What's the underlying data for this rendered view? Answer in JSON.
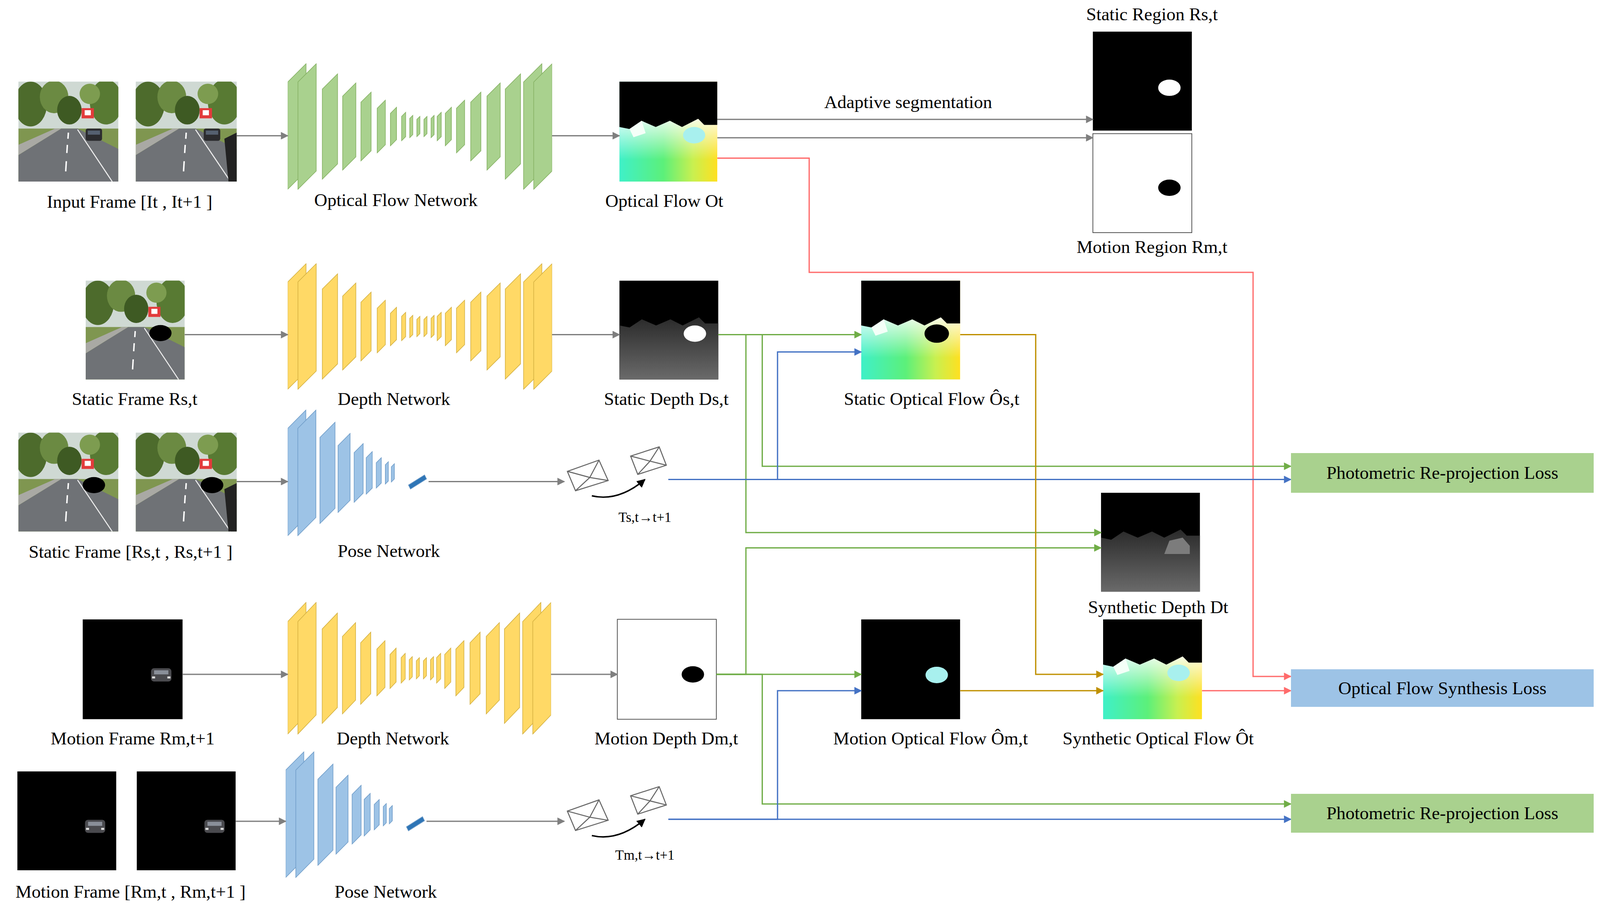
{
  "diagram": {
    "nodes": [
      {
        "text": [
          "Input Frame [It , It+1 ]"
        ]
      },
      {
        "text": [
          "Optical Flow Network"
        ]
      },
      {
        "text": [
          "Optical Flow Ot"
        ]
      },
      {
        "text": [
          "Static Region Rs,t"
        ]
      },
      {
        "text": [
          "Motion Region Rm,t"
        ]
      },
      {
        "text": [
          "Static Frame Rs,t"
        ]
      },
      {
        "text": [
          "Depth Network"
        ]
      },
      {
        "text": [
          "Static Depth Ds,t"
        ]
      },
      {
        "text": [
          "Static Optical Flow Ôs,t"
        ]
      },
      {
        "text": [
          "Static Frame [Rs,t , Rs,t+1 ]"
        ]
      },
      {
        "text": [
          "Pose Network"
        ]
      },
      {
        "text": [
          "Ts,t→t+1"
        ]
      },
      {
        "text": [
          "Photometric Re-projection Loss"
        ]
      },
      {
        "text": [
          "Synthetic Depth Dt"
        ]
      },
      {
        "text": [
          "Motion Frame Rm,t+1"
        ]
      },
      {
        "text": [
          "Depth Network"
        ]
      },
      {
        "text": [
          "Motion Depth Dm,t"
        ]
      },
      {
        "text": [
          "Motion Optical Flow Ôm,t"
        ]
      },
      {
        "text": [
          "Synthetic Optical Flow Ôt"
        ]
      },
      {
        "text": [
          "Optical Flow Synthesis Loss"
        ]
      },
      {
        "text": [
          "Motion Frame [Rm,t , Rm,t+1 ]"
        ]
      },
      {
        "text": [
          "Pose Network"
        ]
      },
      {
        "text": [
          "Tm,t→t+1"
        ]
      },
      {
        "text": [
          "Photometric Re-projection Loss"
        ]
      }
    ],
    "edges": [
      {
        "from": 0,
        "to": 1,
        "arrow": "to"
      },
      {
        "from": 1,
        "to": 2,
        "arrow": "to"
      },
      {
        "from": 2,
        "to": 3,
        "label": "Adaptive segmentation",
        "arrow": "to"
      },
      {
        "from": 2,
        "to": 4,
        "arrow": "to"
      },
      {
        "from": 2,
        "to": 19,
        "arrow": "to"
      },
      {
        "from": 5,
        "to": 6,
        "arrow": "to"
      },
      {
        "from": 6,
        "to": 7,
        "arrow": "to"
      },
      {
        "from": 9,
        "to": 10,
        "arrow": "to"
      },
      {
        "from": 10,
        "to": 11,
        "arrow": "to"
      },
      {
        "from": 7,
        "to": 8,
        "arrow": "to"
      },
      {
        "from": 7,
        "to": 12,
        "arrow": "to"
      },
      {
        "from": 7,
        "to": 13,
        "arrow": "to"
      },
      {
        "from": 11,
        "to": 12,
        "arrow": "to"
      },
      {
        "from": 11,
        "to": 8,
        "arrow": "to"
      },
      {
        "from": 8,
        "to": 18,
        "arrow": "to"
      },
      {
        "from": 14,
        "to": 15,
        "arrow": "to"
      },
      {
        "from": 15,
        "to": 16,
        "arrow": "to"
      },
      {
        "from": 16,
        "to": 17,
        "arrow": "to"
      },
      {
        "from": 16,
        "to": 13,
        "arrow": "to"
      },
      {
        "from": 16,
        "to": 23,
        "arrow": "to"
      },
      {
        "from": 20,
        "to": 21,
        "arrow": "to"
      },
      {
        "from": 21,
        "to": 22,
        "arrow": "to"
      },
      {
        "from": 22,
        "to": 23,
        "arrow": "to"
      },
      {
        "from": 22,
        "to": 17,
        "arrow": "to"
      },
      {
        "from": 17,
        "to": 18,
        "arrow": "to"
      },
      {
        "from": 18,
        "to": 19,
        "arrow": "to"
      }
    ]
  }
}
